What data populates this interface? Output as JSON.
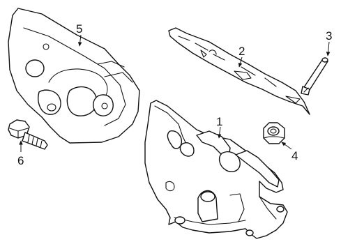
{
  "diagram": {
    "callouts": [
      {
        "id": "part-1",
        "label": "1"
      },
      {
        "id": "part-2",
        "label": "2"
      },
      {
        "id": "part-3",
        "label": "3"
      },
      {
        "id": "part-4",
        "label": "4"
      },
      {
        "id": "part-5",
        "label": "5"
      },
      {
        "id": "part-6",
        "label": "6"
      }
    ],
    "colors": {
      "line": "#111111",
      "background": "#ffffff"
    }
  }
}
